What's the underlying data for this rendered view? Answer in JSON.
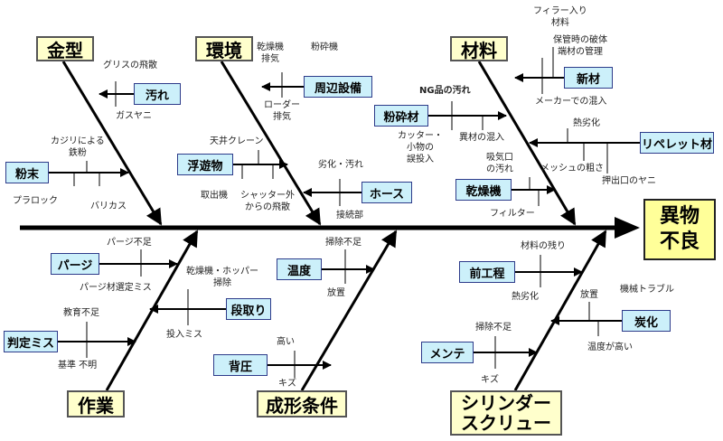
{
  "effect": {
    "line1": "異物",
    "line2": "不良"
  },
  "categories": {
    "mold": "金型",
    "environment": "環境",
    "material": "材料",
    "work": "作業",
    "molding_conditions": "成形条件",
    "cylinder": {
      "line1": "シリンダー",
      "line2": "スクリュー"
    }
  },
  "causes": {
    "dirt": "汚れ",
    "powder": "粉末",
    "peripheral": "周辺設備",
    "floating": "浮遊物",
    "hose": "ホース",
    "crushed": "粉砕材",
    "new_material": "新材",
    "repellet": "リペレット材",
    "dryer": "乾燥機",
    "purge": "パージ",
    "judgment_miss": "判定ミス",
    "stage_removal": "段取り",
    "temperature": "温度",
    "back_pressure": "背圧",
    "prev_process": "前工程",
    "maintenance": "メンテ",
    "carbonization": "炭化"
  },
  "labels": {
    "grease": "グリスの飛散",
    "gas_yani": "ガスヤニ",
    "kajiri_1": "カジリによる",
    "kajiri_2": "鉄粉",
    "plarock": "プラロック",
    "bari": "バリカス",
    "dryer_exhaust_1": "乾燥機",
    "dryer_exhaust_2": "排気",
    "crusher": "粉砕機",
    "loader_1": "ローダー",
    "loader_2": "排気",
    "ceiling_crane": "天井クレーン",
    "take_out": "取出機",
    "shutter_1": "シャッター外",
    "shutter_2": "からの飛散",
    "degrade_dirt": "劣化・汚れ",
    "joint": "接続部",
    "filler_1": "フィラー入り",
    "filler_2": "材料",
    "storage_1": "保管時の破体",
    "storage_2": "端材の管理",
    "ng_dirt": "NG品の汚れ",
    "maker_mix": "メーカーでの混入",
    "cutter_1": "カッター・",
    "cutter_2": "小物の",
    "cutter_3": "誤投入",
    "foreign_mix": "異材の混入",
    "heat_degrade": "熱劣化",
    "mesh": "メッシュの粗さ",
    "extrusion": "押出口のヤニ",
    "inlet_1": "吸気口",
    "inlet_2": "の汚れ",
    "filter": "フィルター",
    "purge_lack": "パージ不足",
    "purge_select": "パージ材選定ミス",
    "education": "教育不足",
    "standard": "基準 不明",
    "hopper_clean_1": "乾燥機・ホッパー",
    "hopper_clean_2": "掃除",
    "input_miss": "投入ミス",
    "clean_lack_temp": "掃除不足",
    "neglect_temp": "放置",
    "high": "高い",
    "scratch_back": "キズ",
    "residual": "材料の残り",
    "heat_degrade_2": "熱劣化",
    "clean_lack_maint": "掃除不足",
    "scratch_maint": "キズ",
    "neglect_carb": "放置",
    "machine_trouble": "機械トラブル",
    "temp_high": "温度が高い"
  }
}
